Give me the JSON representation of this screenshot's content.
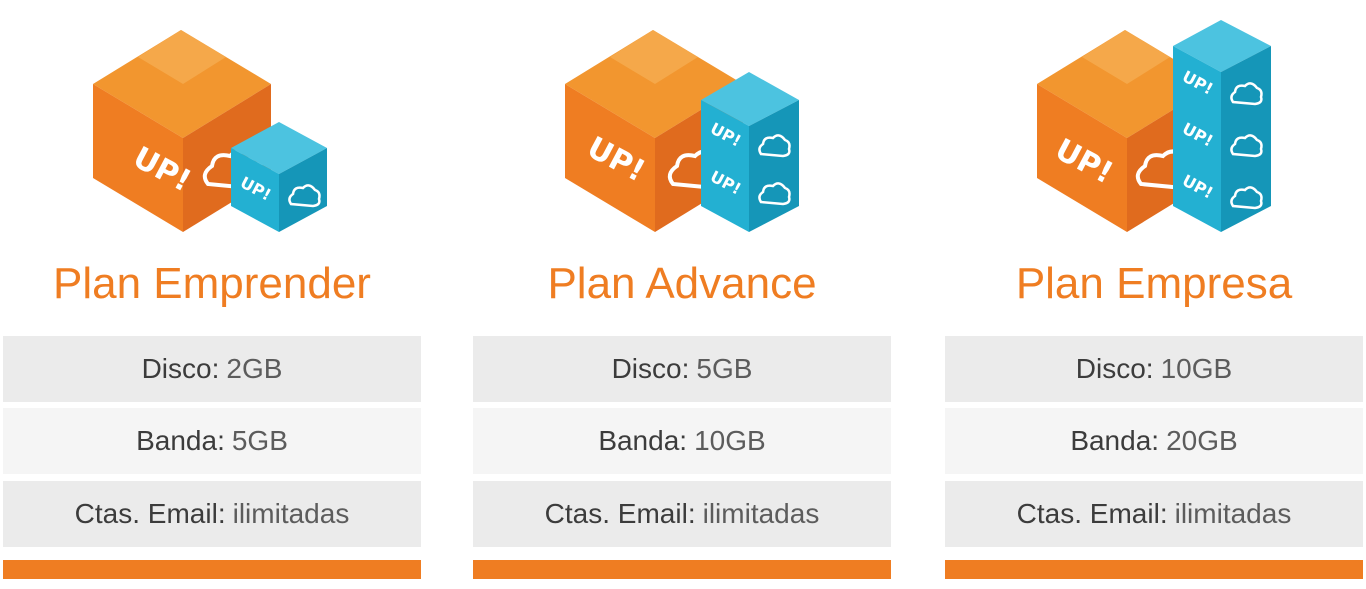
{
  "brand": {
    "logo_text": "UP!",
    "primary_color": "#ef7d22",
    "accent_color": "#2eb3d3"
  },
  "plans": [
    {
      "title": "Plan Emprender",
      "icon": "box-with-one-cloud-cube",
      "features": [
        {
          "label": "Disco:",
          "value": "2GB"
        },
        {
          "label": "Banda:",
          "value": "5GB"
        },
        {
          "label": "Ctas. Email:",
          "value": "ilimitadas"
        }
      ]
    },
    {
      "title": "Plan Advance",
      "icon": "box-with-two-cloud-cubes",
      "features": [
        {
          "label": "Disco:",
          "value": "5GB"
        },
        {
          "label": "Banda:",
          "value": "10GB"
        },
        {
          "label": "Ctas. Email:",
          "value": "ilimitadas"
        }
      ]
    },
    {
      "title": "Plan Empresa",
      "icon": "box-with-three-cloud-cubes",
      "features": [
        {
          "label": "Disco:",
          "value": "10GB"
        },
        {
          "label": "Banda:",
          "value": "20GB"
        },
        {
          "label": "Ctas. Email:",
          "value": "ilimitadas"
        }
      ]
    }
  ]
}
